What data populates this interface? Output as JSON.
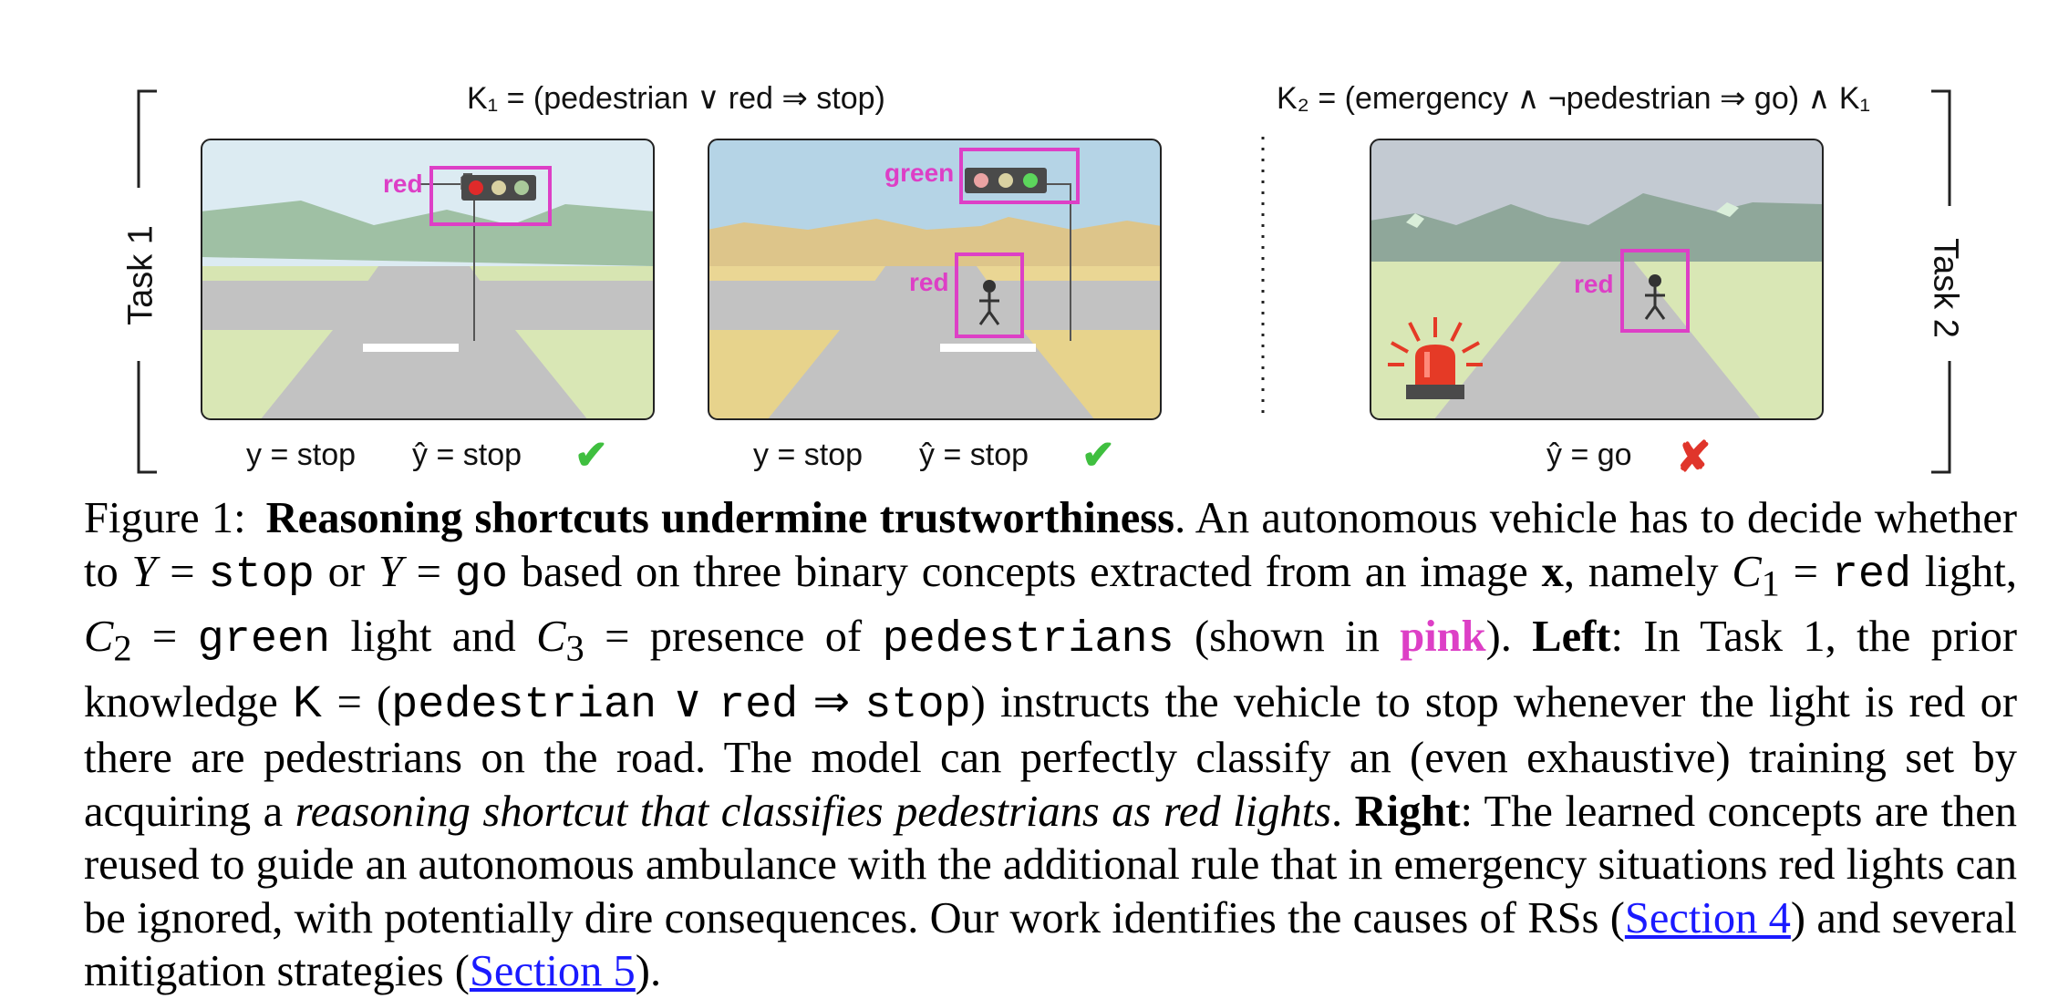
{
  "figure": {
    "knowledge_k1": "K₁ = (pedestrian ∨ red ⇒ stop)",
    "knowledge_k2": "K₂ = (emergency ∧ ¬pedestrian ⇒ go) ∧ K₁",
    "task1_label": "Task 1",
    "task2_label": "Task 2",
    "panel1": {
      "light_label": "red",
      "y_text": "y = stop",
      "yhat_text": "ŷ = stop",
      "verdict": "✔"
    },
    "panel2": {
      "light_label": "green",
      "pedestrian_label": "red",
      "y_text": "y = stop",
      "yhat_text": "ŷ = stop",
      "verdict": "✔"
    },
    "panel3": {
      "pedestrian_label": "red",
      "yhat_text": "ŷ = go",
      "verdict": "✘"
    },
    "colors": {
      "highlight": "#dd3fc6",
      "check": "#3fbf3f",
      "cross": "#e0352b"
    }
  },
  "caption": {
    "label": "Figure 1:",
    "title": "Reasoning shortcuts undermine trustworthiness",
    "s1_a": ". An autonomous vehicle has to decide whether to ",
    "s1_y1": "Y",
    "s1_eq1": " = ",
    "s1_stop": "stop",
    "s1_or": " or ",
    "s1_y2": "Y",
    "s1_eq2": " = ",
    "s1_go": "go",
    "s1_b": " based on three binary concepts extracted from an image ",
    "s1_x": "x",
    "s1_c": ", namely ",
    "c1_sym": "C",
    "c1_sub": "1",
    "c1_eq": " = ",
    "c1_val": "red",
    "c1_txt": " light, ",
    "c2_sym": "C",
    "c2_sub": "2",
    "c2_eq": " = ",
    "c2_val": "green",
    "c2_txt": " light and ",
    "c3_sym": "C",
    "c3_sub": "3",
    "c3_eq": " = presence of ",
    "c3_val": "pedestrians",
    "c3_txt": " (shown in ",
    "pink_word": "pink",
    "c3_end": "). ",
    "left_label": "Left",
    "left_a": ": In Task 1, the prior knowledge ",
    "k_sym": "K",
    "k_eq": " = (",
    "k_ped": "pedestrian",
    "k_or": " ∨ ",
    "k_red": "red",
    "k_imp": " ⇒ ",
    "k_stop": "stop",
    "k_close": ")",
    "left_b": " instructs the vehicle to stop whenever the light is red or there are pedestrians on the road. The model can perfectly classify an (even exhaustive) training set by acquiring a ",
    "left_it": "reasoning shortcut that classifies pedestrians as red lights",
    "left_c": ". ",
    "right_label": "Right",
    "right_a": ": The learned concepts are then reused to guide an autonomous ambulance with the additional rule that in emergency situations red lights can be ignored, with potentially dire consequences. Our work identifies the causes of RSs (",
    "link1": "Section 4",
    "right_b": ") and several mitigation strategies (",
    "link2": "Section 5",
    "right_c": ")."
  }
}
